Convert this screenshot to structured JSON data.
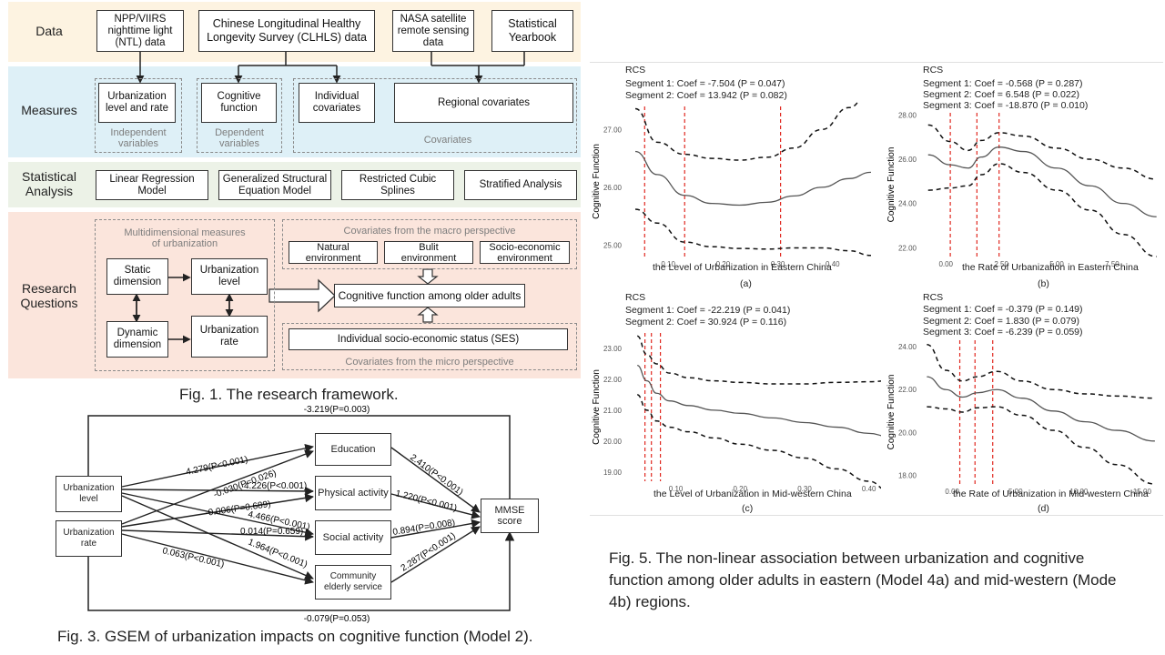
{
  "fig1": {
    "caption": "Fig. 1. The research framework.",
    "rows": {
      "data": "Data",
      "measures": "Measures",
      "statistical": "Statistical\nAnalysis",
      "research": "Research\nQuestions"
    },
    "data_boxes": [
      "NPP/VIIRS\nnighttime light\n(NTL) data",
      "Chinese Longitudinal Healthy\nLongevity Survey (CLHLS) data",
      "NASA satellite\nremote sensing\ndata",
      "Statistical\nYearbook"
    ],
    "measure_boxes": [
      "Urbanization\nlevel and rate",
      "Cognitive\nfunction",
      "Individual\ncovariates",
      "Regional covariates"
    ],
    "measure_groups": [
      "Independent\nvariables",
      "Dependent\nvariables",
      "Covariates"
    ],
    "analysis_boxes": [
      "Linear Regression\nModel",
      "Generalized Structural\nEquation Model",
      "Restricted Cubic\nSplines",
      "Stratified Analysis"
    ],
    "rq": {
      "multi_title": "Multidimensional measures\nof urbanization",
      "static": "Static\ndimension",
      "dynamic": "Dynamic\ndimension",
      "urb_level": "Urbanization\nlevel",
      "urb_rate": "Urbanization\nrate",
      "macro_title": "Covariates from the macro perspective",
      "natural": "Natural\nenvironment",
      "built": "Bulit\nenvironment",
      "socio": "Socio-economic\nenvironment",
      "cognitive": "Cognitive function among older adults",
      "ses": "Individual socio-economic status (SES)",
      "micro_title": "Covariates from the micro perspective"
    },
    "colors": {
      "data_bg": "#fdf3e1",
      "measures_bg": "#def0f7",
      "analysis_bg": "#ecf2e7",
      "research_bg": "#fbe5dc"
    }
  },
  "fig3": {
    "caption": "Fig. 3. GSEM of urbanization impacts on cognitive function (Model 2).",
    "nodes": {
      "urb_level": "Urbanization\nlevel",
      "urb_rate": "Urbanization\nrate",
      "education": "Education",
      "physical": "Physical activity",
      "social": "Social activity",
      "community": "Community\nelderly service",
      "mmse": "MMSE score"
    },
    "edges": {
      "top": "-3.219(P=0.003)",
      "bottom": "-0.079(P=0.053)",
      "l_edu": "4.279(P<0.001)",
      "r_edu": "-0.030(P=0.026)",
      "l_phys": "4.226(P<0.001)",
      "r_phys": "-0.006(P=0.689)",
      "l_soc": "4.466(P<0.001)",
      "r_soc": "0.014(P=0.659)",
      "l_com": "1.964(P<0.001)",
      "r_com": "0.063(P<0.001)",
      "edu_mmse": "2.410(P<0.001)",
      "phys_mmse": "1.220(P<0.001)",
      "soc_mmse": "0.894(P=0.008)",
      "com_mmse": "2.287(P<0.001)"
    }
  },
  "fig5": {
    "caption_lines": [
      "Fig. 5. The non-linear association between urbanization and cognitive",
      "function among older adults in eastern (Model 4a) and mid-western (Mode",
      "4b) regions."
    ],
    "panels": [
      {
        "rcs": "RCS",
        "segments": [
          "Segment 1: Coef = -7.504 (P = 0.047)",
          "Segment 2: Coef = 13.942 (P = 0.082)"
        ],
        "ylabel": "Cognitive Function",
        "xlabel": "the Level of Urbanization in Eastern China",
        "letter": "(a)"
      },
      {
        "rcs": "RCS",
        "segments": [
          "Segment 1: Coef = -0.568 (P = 0.287)",
          "Segment 2: Coef = 6.548 (P = 0.022)",
          "Segment 3: Coef = -18.870 (P = 0.010)"
        ],
        "ylabel": "Cognitive Function",
        "xlabel": "the Rate of Urbanization in Eastern China",
        "letter": "(b)"
      },
      {
        "rcs": "RCS",
        "segments": [
          "Segment 1: Coef = -22.219 (P = 0.041)",
          "Segment 2: Coef = 30.924 (P = 0.116)"
        ],
        "ylabel": "Cognitive Function",
        "xlabel": "the Level of Urbanization in Mid-western China",
        "letter": "(c)"
      },
      {
        "rcs": "RCS",
        "segments": [
          "Segment 1: Coef = -0.379 (P = 0.149)",
          "Segment 2: Coef = 1.830 (P = 0.079)",
          "Segment 3: Coef = -6.239 (P = 0.059)"
        ],
        "ylabel": "Cognitive Function",
        "xlabel": "the Rate of Urbanization in Mid-western China",
        "letter": "(d)"
      }
    ]
  },
  "chart_data": [
    {
      "type": "line",
      "xlim": [
        0.02,
        0.48
      ],
      "ylim": [
        24.8,
        27.4
      ],
      "xticks": [
        "0.10",
        "0.20",
        "0.30",
        "0.40"
      ],
      "xtick_values": [
        0.1,
        0.2,
        0.3,
        0.4
      ],
      "yticks": [
        "25.00",
        "26.00",
        "27.00"
      ],
      "ytick_values": [
        25,
        26,
        27
      ],
      "knots": [
        0.057,
        0.13,
        0.305
      ],
      "series": [
        {
          "x": [
            0.04,
            0.08,
            0.13,
            0.18,
            0.23,
            0.28,
            0.33,
            0.38,
            0.43,
            0.47
          ],
          "values": [
            26.62,
            26.22,
            25.86,
            25.72,
            25.69,
            25.74,
            25.85,
            26.0,
            26.15,
            26.26
          ]
        },
        {
          "x": [
            0.04,
            0.08,
            0.13,
            0.18,
            0.23,
            0.28,
            0.33,
            0.38,
            0.43,
            0.47
          ],
          "values": [
            27.36,
            26.78,
            26.57,
            26.5,
            26.47,
            26.52,
            26.68,
            27.0,
            27.38,
            27.7
          ]
        },
        {
          "x": [
            0.04,
            0.08,
            0.13,
            0.18,
            0.23,
            0.28,
            0.33,
            0.38,
            0.43,
            0.47
          ],
          "values": [
            25.62,
            25.38,
            25.05,
            24.97,
            24.94,
            24.93,
            24.95,
            24.95,
            24.9,
            24.82
          ]
        }
      ]
    },
    {
      "type": "line",
      "xlim": [
        -1.2,
        9.8
      ],
      "ylim": [
        21.6,
        28.1
      ],
      "xticks": [
        "0.00",
        "2.50",
        "5.00",
        "7.50"
      ],
      "xtick_values": [
        0,
        2.5,
        5,
        7.5
      ],
      "yticks": [
        "22.00",
        "24.00",
        "26.00",
        "28.00"
      ],
      "ytick_values": [
        22,
        24,
        26,
        28
      ],
      "knots": [
        0.2,
        1.4,
        2.4
      ],
      "series": [
        {
          "x": [
            -0.8,
            0.2,
            1.0,
            1.6,
            2.4,
            3.5,
            5.0,
            6.5,
            8.0,
            9.5
          ],
          "values": [
            26.2,
            25.75,
            25.6,
            26.1,
            26.55,
            26.35,
            25.6,
            24.8,
            24.0,
            23.4
          ]
        },
        {
          "x": [
            -0.8,
            0.2,
            1.0,
            1.6,
            2.4,
            3.5,
            5.0,
            6.5,
            8.0,
            9.5
          ],
          "values": [
            27.55,
            26.8,
            26.4,
            26.85,
            27.2,
            27.05,
            26.5,
            26.0,
            25.6,
            25.1
          ]
        },
        {
          "x": [
            -0.8,
            0.2,
            1.0,
            1.6,
            2.4,
            3.5,
            5.0,
            6.5,
            8.0,
            9.5
          ],
          "values": [
            24.6,
            24.7,
            24.8,
            25.3,
            25.8,
            25.4,
            24.6,
            23.7,
            22.6,
            21.6
          ]
        }
      ]
    },
    {
      "type": "line",
      "xlim": [
        0.02,
        0.44
      ],
      "ylim": [
        18.7,
        23.5
      ],
      "xticks": [
        "0.10",
        "0.20",
        "0.30",
        "0.40"
      ],
      "xtick_values": [
        0.1,
        0.2,
        0.3,
        0.4
      ],
      "yticks": [
        "19.00",
        "20.00",
        "21.00",
        "22.00",
        "23.00"
      ],
      "ytick_values": [
        19,
        20,
        21,
        22,
        23
      ],
      "knots": [
        0.052,
        0.062,
        0.076
      ],
      "series": [
        {
          "x": [
            0.04,
            0.055,
            0.07,
            0.09,
            0.12,
            0.16,
            0.2,
            0.25,
            0.3,
            0.35,
            0.4,
            0.43
          ],
          "values": [
            22.45,
            21.95,
            21.55,
            21.3,
            21.15,
            21.0,
            20.9,
            20.75,
            20.6,
            20.45,
            20.25,
            20.15
          ]
        },
        {
          "x": [
            0.04,
            0.055,
            0.07,
            0.09,
            0.12,
            0.16,
            0.2,
            0.25,
            0.3,
            0.35,
            0.4,
            0.43
          ],
          "values": [
            23.4,
            22.8,
            22.5,
            22.2,
            22.05,
            21.95,
            21.9,
            21.85,
            21.85,
            21.9,
            21.92,
            21.95
          ]
        },
        {
          "x": [
            0.04,
            0.055,
            0.07,
            0.09,
            0.12,
            0.16,
            0.2,
            0.25,
            0.3,
            0.35,
            0.4,
            0.43
          ],
          "values": [
            21.5,
            21.0,
            20.65,
            20.45,
            20.3,
            20.1,
            19.9,
            19.7,
            19.45,
            19.1,
            18.7,
            18.4
          ]
        }
      ]
    },
    {
      "type": "line",
      "xlim": [
        -2.6,
        16.8
      ],
      "ylim": [
        17.6,
        24.3
      ],
      "xticks": [
        "0.00",
        "5.00",
        "10.00",
        "15.00"
      ],
      "xtick_values": [
        0,
        5,
        10,
        15
      ],
      "yticks": [
        "18.00",
        "20.00",
        "22.00",
        "24.00"
      ],
      "ytick_values": [
        18,
        20,
        22,
        24
      ],
      "knots": [
        0.6,
        1.8,
        3.2
      ],
      "series": [
        {
          "x": [
            -2.0,
            -0.5,
            0.8,
            2.0,
            3.5,
            5.5,
            8.0,
            10.5,
            13.0,
            16.0
          ],
          "values": [
            22.6,
            22.0,
            21.65,
            21.85,
            22.0,
            21.6,
            21.0,
            20.5,
            20.1,
            19.6
          ]
        },
        {
          "x": [
            -2.0,
            -0.5,
            0.8,
            2.0,
            3.5,
            5.5,
            8.0,
            10.5,
            13.0,
            16.0
          ],
          "values": [
            24.1,
            22.9,
            22.4,
            22.6,
            22.85,
            22.4,
            22.0,
            21.8,
            21.7,
            21.6
          ]
        },
        {
          "x": [
            -2.0,
            -0.5,
            0.8,
            2.0,
            3.5,
            5.5,
            8.0,
            10.5,
            13.0,
            16.0
          ],
          "values": [
            21.2,
            21.1,
            20.95,
            21.15,
            21.2,
            20.8,
            20.1,
            19.3,
            18.5,
            17.6
          ]
        }
      ]
    }
  ]
}
